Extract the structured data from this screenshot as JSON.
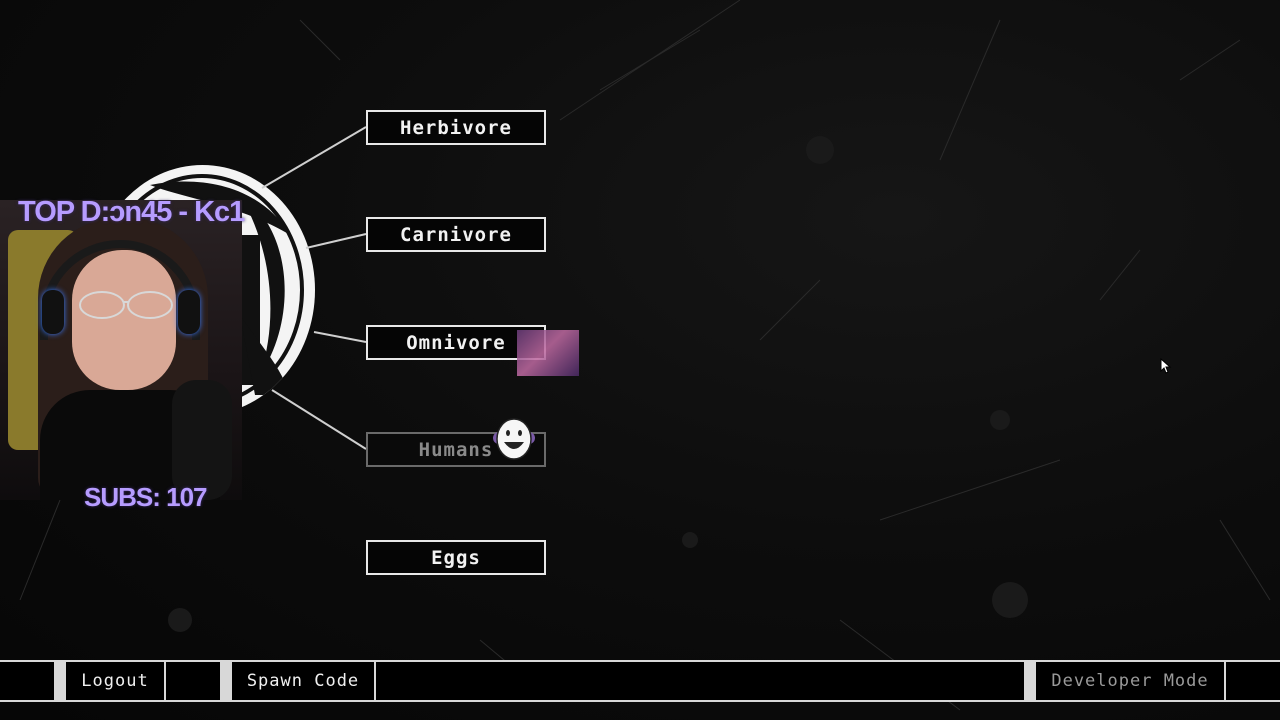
{
  "menu": {
    "options": [
      {
        "label": "Herbivore",
        "enabled": true
      },
      {
        "label": "Carnivore",
        "enabled": true
      },
      {
        "label": "Omnivore",
        "enabled": true
      },
      {
        "label": "Humans",
        "enabled": false
      },
      {
        "label": "Eggs",
        "enabled": true
      }
    ]
  },
  "stream_overlay": {
    "top_donator": "TOP D:ɔn45 - Kc1",
    "subs": "SUBS: 107"
  },
  "bottom_bar": {
    "logout_label": "Logout",
    "spawn_code_label": "Spawn Code",
    "developer_mode_label": "Developer Mode"
  },
  "icons": {
    "emblem": "circular-emblem-icon",
    "mascot": "grinning-face-icon",
    "cursor": "mouse-pointer-icon"
  },
  "colors": {
    "background": "#0b0b0b",
    "button_border": "#e8e8e8",
    "disabled": "#8a8a8a",
    "overlay_text": "#b69cff"
  }
}
